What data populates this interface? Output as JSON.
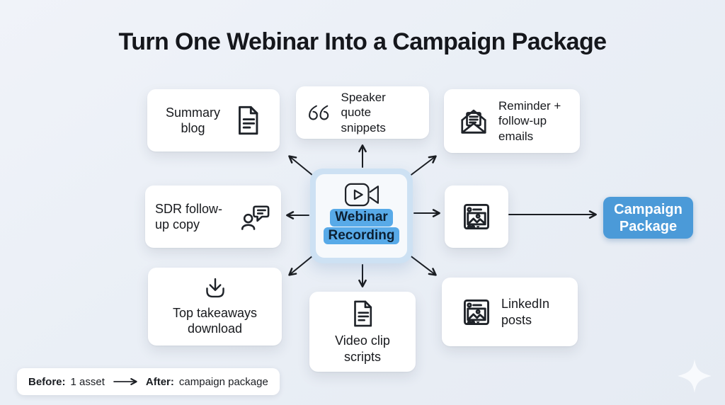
{
  "title": "Turn One Webinar Into a Campaign Package",
  "center": {
    "icon": "video-camera-icon",
    "lines": [
      "Webinar",
      "Recording"
    ]
  },
  "cards": {
    "summary_blog": {
      "label": "Summary blog",
      "icon": "document-icon"
    },
    "speaker_quote": {
      "label": "Speaker quote snippets",
      "icon": "quote-icon"
    },
    "reminder_emails": {
      "label": "Reminder + follow-up emails",
      "icon": "open-email-icon"
    },
    "sdr_copy": {
      "label": "SDR follow-up copy",
      "icon": "person-chat-icon"
    },
    "social_post": {
      "label": "",
      "icon": "social-post-icon"
    },
    "top_takeaways": {
      "label": "Top takeaways download",
      "icon": "download-icon"
    },
    "video_scripts": {
      "label": "Video clip scripts",
      "icon": "document-icon"
    },
    "linkedin_posts": {
      "label": "LinkedIn posts",
      "icon": "social-post-icon"
    }
  },
  "output": {
    "label": "Campaign Package"
  },
  "footer": {
    "before_label": "Before:",
    "before_value": "1 asset",
    "after_label": "After:",
    "after_value": "campaign package"
  },
  "icons": [
    "document-icon",
    "quote-icon",
    "open-email-icon",
    "person-chat-icon",
    "social-post-icon",
    "download-icon",
    "video-camera-icon",
    "sparkle-logo-icon",
    "arrow-icon"
  ],
  "colors": {
    "background": "#eaeff6",
    "card": "#ffffff",
    "accent_button": "#4b9ad8",
    "text_highlight": "#58aae8",
    "center_frame": "#cde1f3",
    "text_dark": "#15171c",
    "arrow": "#1b1e23"
  }
}
